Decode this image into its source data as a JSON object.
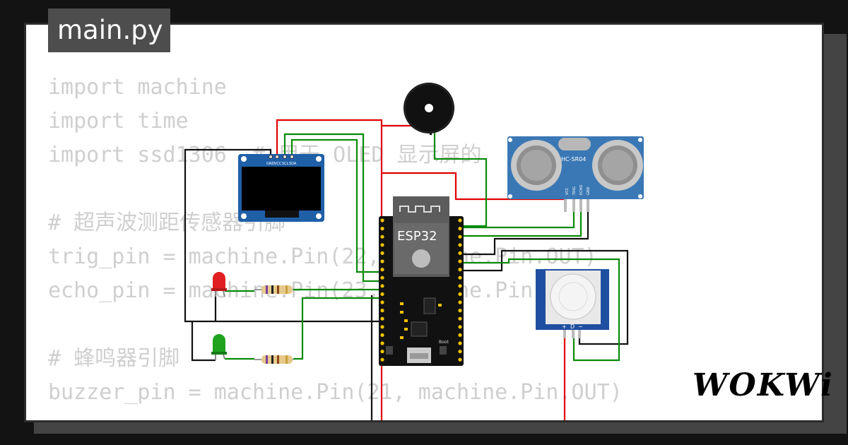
{
  "editor": {
    "filename": "main.py",
    "lines": [
      "import machine",
      "import time",
      "import ssd1306  # 用于 OLED 显示屏的",
      "",
      "# 超声波测距传感器引脚",
      "trig_pin = machine.Pin(22, machine.Pin.OUT)",
      "echo_pin = machine.Pin(23, machine.Pin.IN)",
      "",
      "# 蜂鸣器引脚",
      "buzzer_pin = machine.Pin(21, machine.Pin.OUT)"
    ]
  },
  "circuit": {
    "mcu_label": "ESP32",
    "oled_pins": [
      "GND",
      "VCC",
      "SCL",
      "SDA"
    ],
    "sonar_label": "HC-SR04",
    "sonar_pins": [
      "VCC",
      "TRIG",
      "ECHO",
      "GND"
    ],
    "pir_pins": [
      "+",
      "D",
      "−"
    ],
    "boot_label": "Boot",
    "colors": {
      "wire_red": "#e00000",
      "wire_green": "#0a8a0a",
      "wire_black": "#111111",
      "board_blue": "#1f5fa8",
      "sonar_blue": "#3a78b5"
    }
  },
  "brand": {
    "logo_text": "WOKWi"
  }
}
